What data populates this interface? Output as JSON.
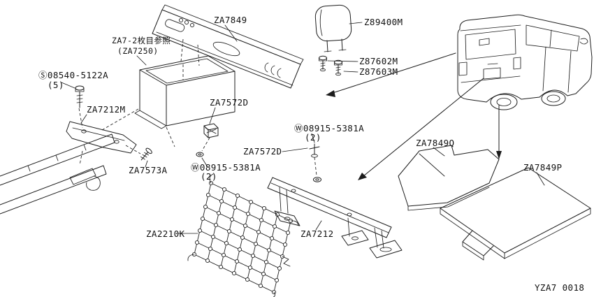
{
  "diagram": {
    "drawing_number": "YZA7 0018",
    "background_color": "#ffffff",
    "line_color": "#1c1c1c",
    "note": {
      "line1": "ZA7-2枚目参照",
      "line2": "(ZA7250)"
    },
    "labels": {
      "za7849": "ZA7849",
      "z89400m": "Z89400M",
      "z87602m": "Z87602M",
      "z87603m": "Z87603M",
      "s08540": "Ⓢ08540-5122A",
      "s08540_qty": "(5)",
      "za7212m": "ZA7212M",
      "za7572d_upper": "ZA7572D",
      "w08915_right": "Ⓦ08915-5381A",
      "w08915_right_qty": "(2)",
      "za7572d_lower": "ZA7572D",
      "za7573a": "ZA7573A",
      "w08915_left": "Ⓦ08915-5381A",
      "w08915_left_qty": "(2)",
      "za7849q": "ZA7849Q",
      "za7849p": "ZA7849P",
      "za2210k": "ZA2210K",
      "za7212": "ZA7212"
    }
  }
}
